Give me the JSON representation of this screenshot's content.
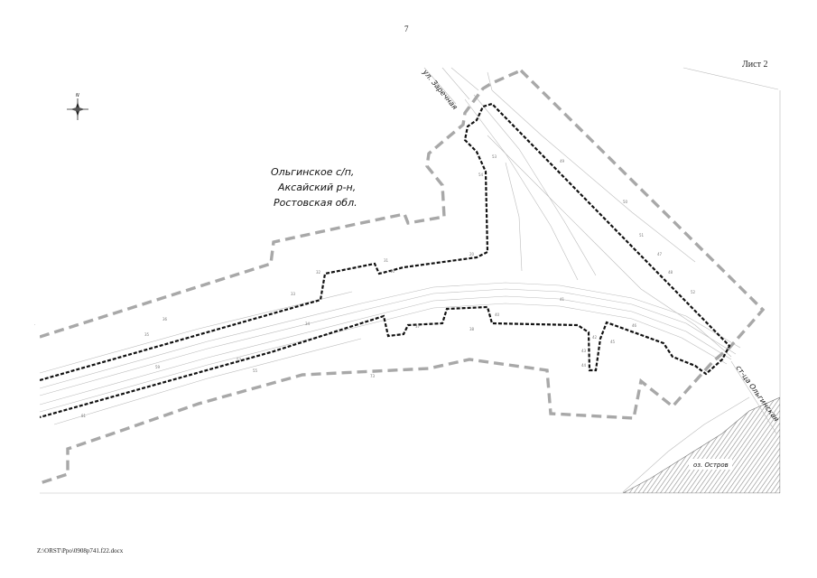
{
  "page_number": "7",
  "sheet_label": "Лист 2",
  "file_path": "Z:\\ORST\\Ppo\\0908p741.f22.docx",
  "settlement_label": [
    "Ольгинское с/п,",
    "Аксайский р-н,",
    "Ростовская обл."
  ],
  "street_labels": {
    "zarechnaya": "ул. Заречная",
    "olginskaya": "ст-ца Ольгинская",
    "lake": "оз. Остров"
  },
  "compass_letters": {
    "north": "N"
  },
  "parcel_numbers": [
    "10",
    "20",
    "31",
    "32",
    "33",
    "34",
    "35",
    "36",
    "37",
    "38",
    "40",
    "41",
    "42",
    "43",
    "44",
    "45",
    "46",
    "47",
    "48",
    "49",
    "50",
    "51",
    "52",
    "53",
    "54",
    "55",
    "57",
    "59",
    "73",
    "81"
  ],
  "colors": {
    "boundary_gray": "#a8a8a8",
    "boundary_black": "#111111",
    "road_lines": "#b9b9b9",
    "hatch": "#8a8a8a"
  }
}
